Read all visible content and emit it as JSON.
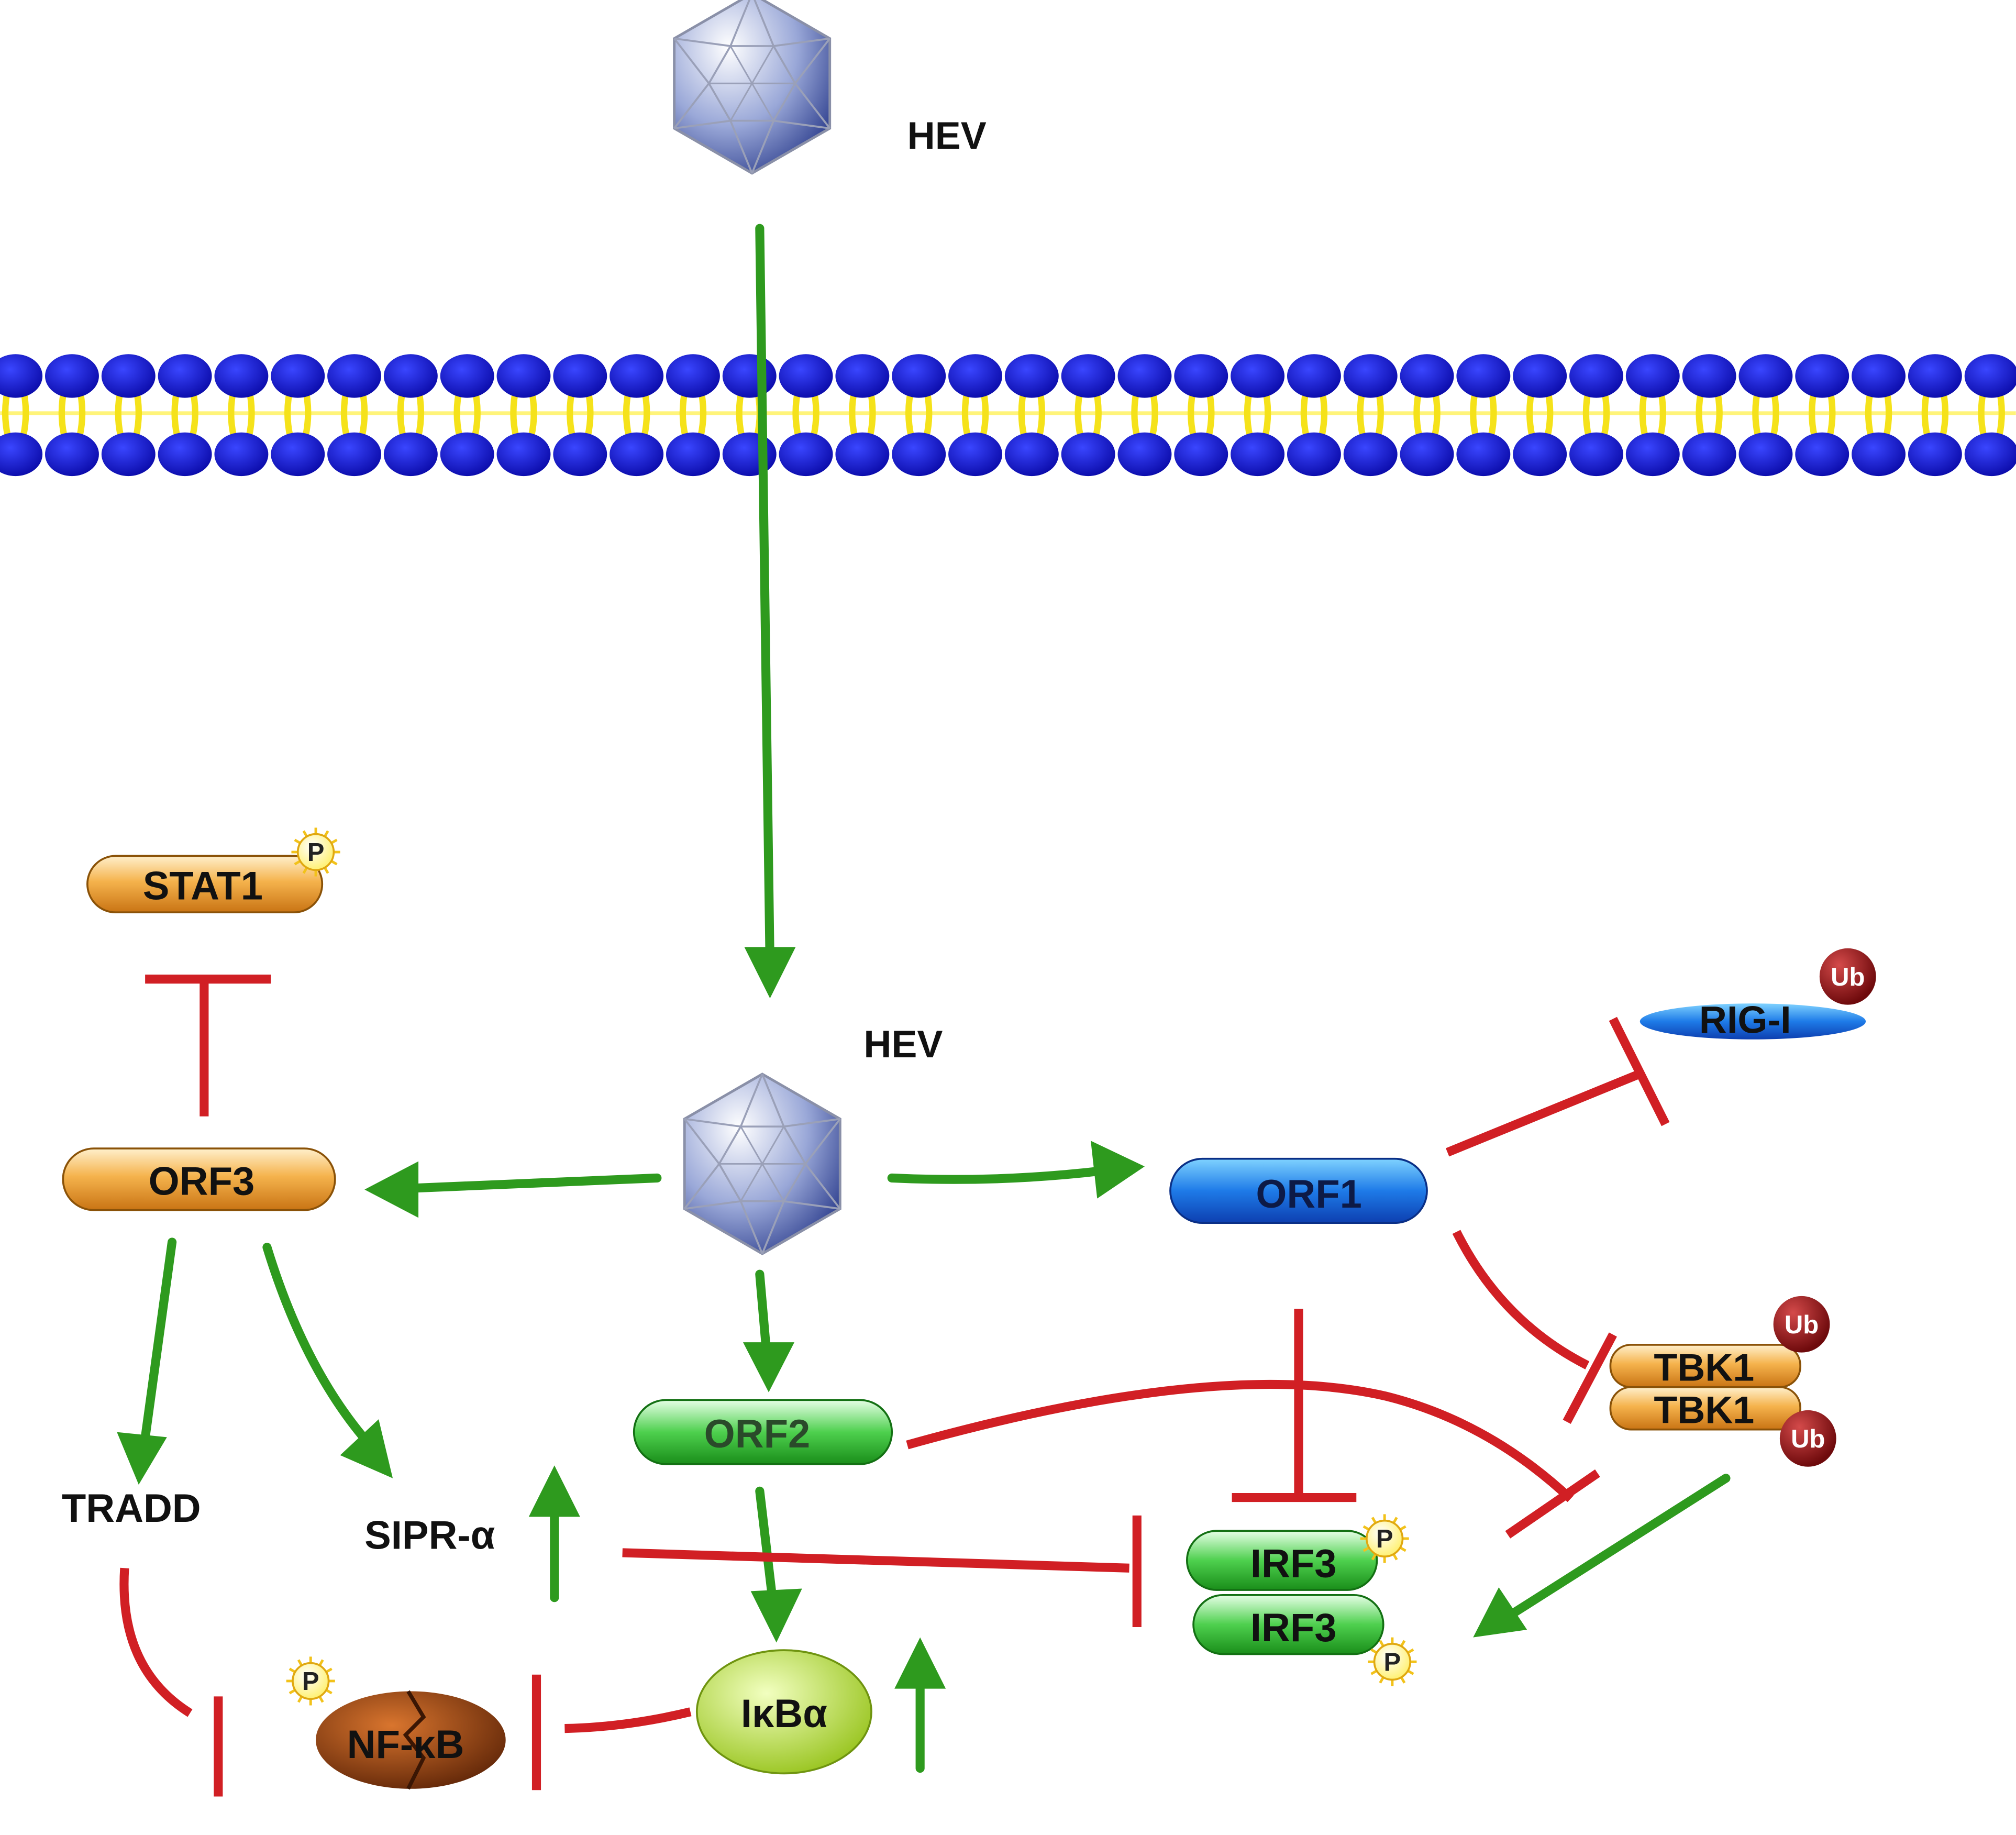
{
  "labels": {
    "hev_top": "HEV",
    "hev_mid": "HEV",
    "tradd": "TRADD",
    "sipr": "SIPR-α"
  },
  "proteins": {
    "stat1": "STAT1",
    "orf3": "ORF3",
    "orf1": "ORF1",
    "orf2": "ORF2",
    "rigi": "RIG-I",
    "tbk1_a": "TBK1",
    "tbk1_b": "TBK1",
    "irf3_a": "IRF3",
    "irf3_b": "IRF3",
    "nfkb": "NF-κB",
    "ikba": "IκBα"
  },
  "badges": {
    "phospho": "P",
    "ubiquitin": "Ub"
  },
  "colors": {
    "activation": "#2e9a1e",
    "inhibition": "#d11f24",
    "membrane_head": "#1010c8",
    "membrane_tail": "#ffee22",
    "orf3": "#f1a23a",
    "orf1": "#1e7be8",
    "orf2": "#4ed04e",
    "irf3": "#3cd23c",
    "tbk1": "#f3b04a",
    "nfkb": "#8a3a0e",
    "ikba": "#b8dc3c",
    "ub": "#8a0f12",
    "phospho": "#fff27a"
  }
}
